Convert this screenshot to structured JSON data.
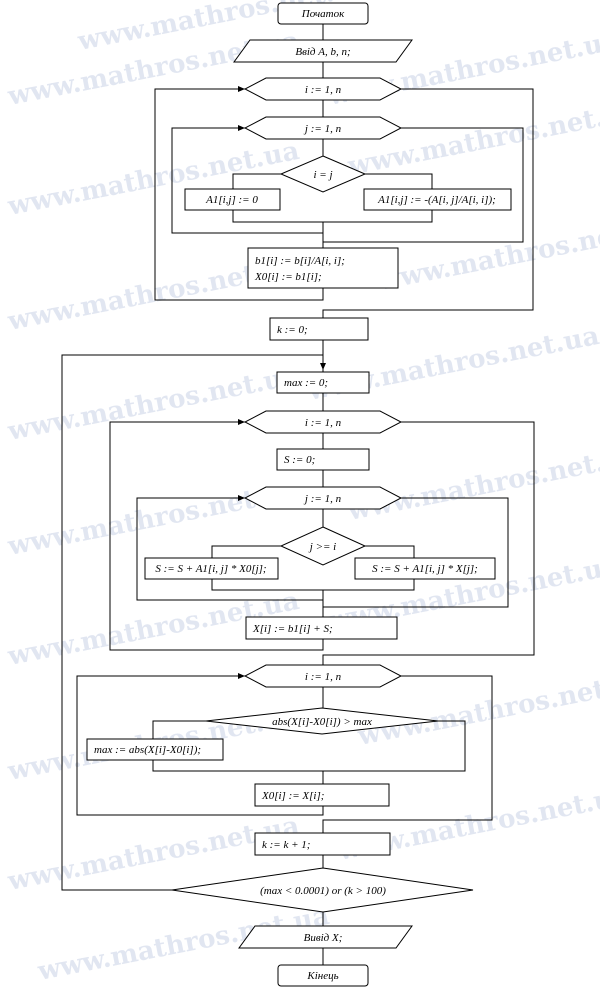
{
  "watermark": "www.mathros.net.ua",
  "blocks": {
    "start": "Початок",
    "input": "Ввід A, b, n;",
    "loop_i1": "i := 1, n",
    "loop_j1": "j := 1, n",
    "cond_ij": "i = j",
    "a1_zero": "A1[i,j] := 0",
    "a1_calc": "A1[i,j] := -(A[i, j]/A[i, i]);",
    "b1_calc": "b1[i] := b[i]/A[i, i];",
    "x0_init": "X0[i] := b1[i];",
    "k_init": "k := 0;",
    "max_init": "max := 0;",
    "loop_i2": "i := 1, n",
    "s_init": "S := 0;",
    "loop_j2": "j := 1, n",
    "cond_j_ge_i": "j >= i",
    "s_x0": "S := S + A1[i, j] * X0[j];",
    "s_x": "S := S + A1[i, j] * X[j];",
    "x_calc": "X[i] := b1[i] + S;",
    "loop_i3": "i := 1, n",
    "cond_abs": "abs(X[i]-X0[i]) > max",
    "max_update": "max := abs(X[i]-X0[i]);",
    "x0_update": "X0[i] := X[i];",
    "k_inc": "k := k + 1;",
    "cond_stop": "(max < 0.0001) or (k > 100)",
    "output": "Вивід X;",
    "end": "Кінець"
  }
}
